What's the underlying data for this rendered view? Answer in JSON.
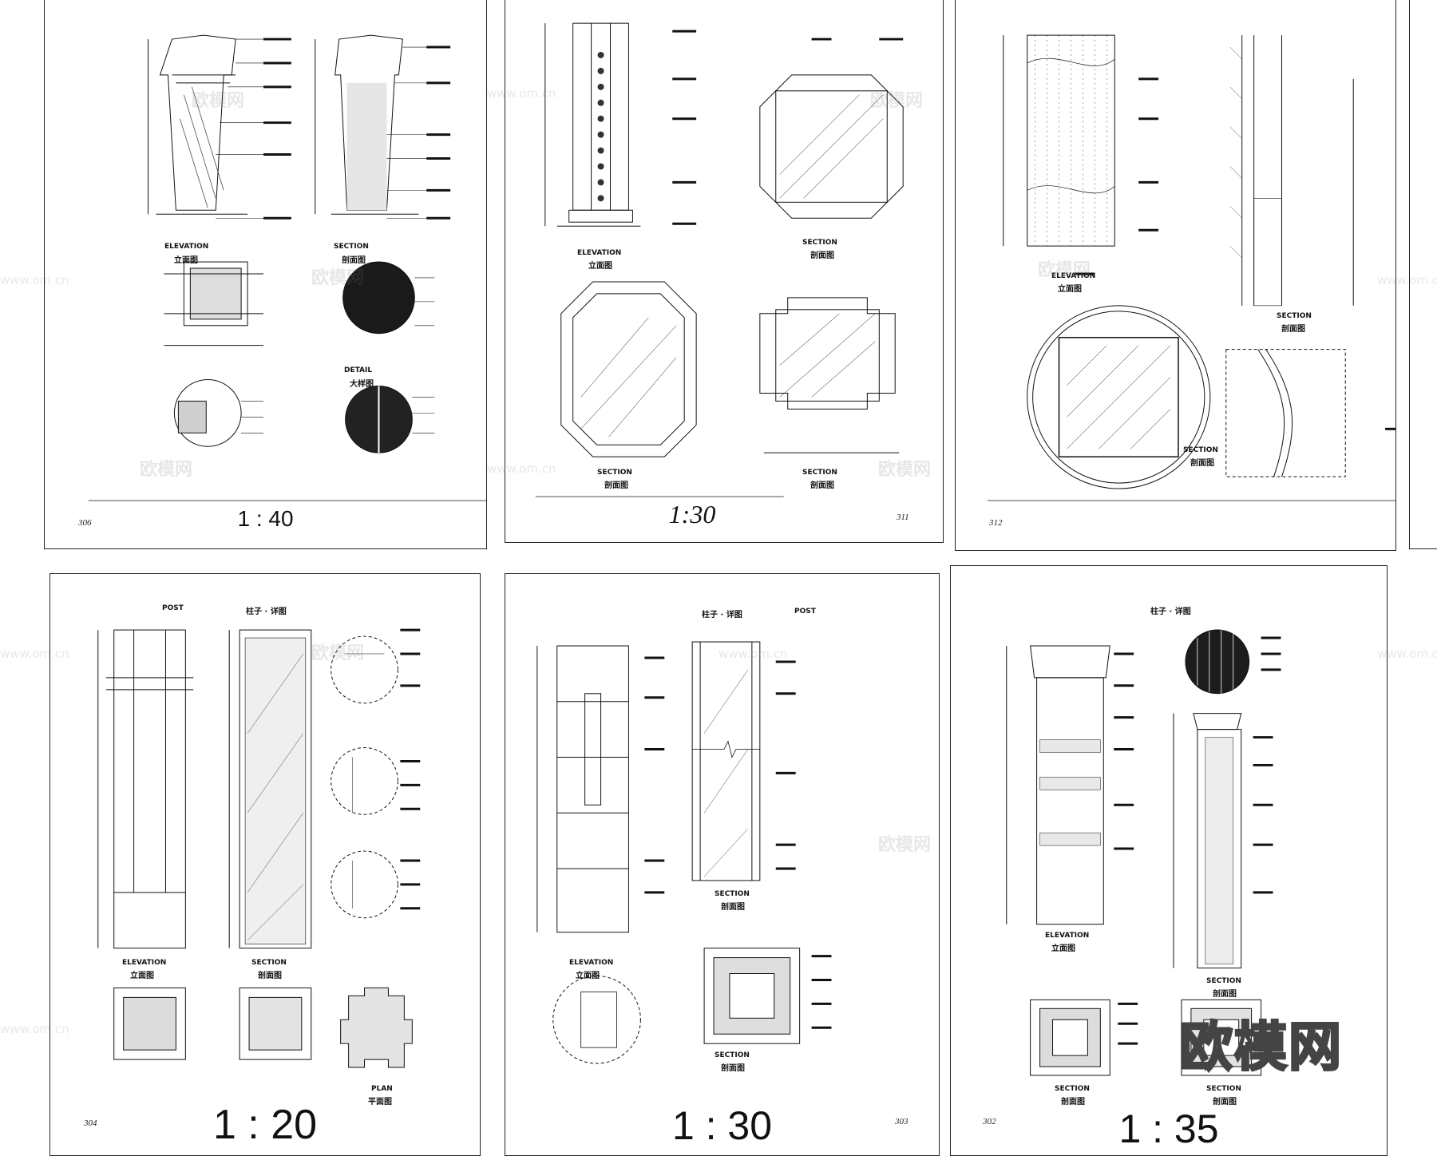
{
  "sheets": [
    {
      "id": "306",
      "scale": "1 : 40",
      "page_number": "306",
      "title_cn": "",
      "title_en": ""
    },
    {
      "id": "311",
      "scale": "1:30",
      "page_number": "311",
      "title_cn": "",
      "title_en": ""
    },
    {
      "id": "312",
      "scale": "",
      "page_number": "312",
      "title_cn": "",
      "title_en": ""
    },
    {
      "id": "304",
      "scale": "1 : 20",
      "page_number": "304",
      "title_cn": "柱子 · 详图",
      "title_en": "POST"
    },
    {
      "id": "303",
      "scale": "1 : 30",
      "page_number": "303",
      "title_cn": "柱子 · 详图",
      "title_en": "POST"
    },
    {
      "id": "302",
      "scale": "1 : 35",
      "page_number": "302",
      "title_cn": "柱子 · 详图",
      "title_en": ""
    }
  ],
  "view_labels": {
    "elevation": "ELEVATION",
    "elevation_cn": "立面图",
    "section": "SECTION",
    "section_cn": "剖面图",
    "detail": "DETAIL",
    "detail_cn": "大样图",
    "plan": "PLAN",
    "plan_cn": "平面图"
  },
  "watermark": {
    "brand": "欧模网",
    "url": "www.om.cn"
  }
}
